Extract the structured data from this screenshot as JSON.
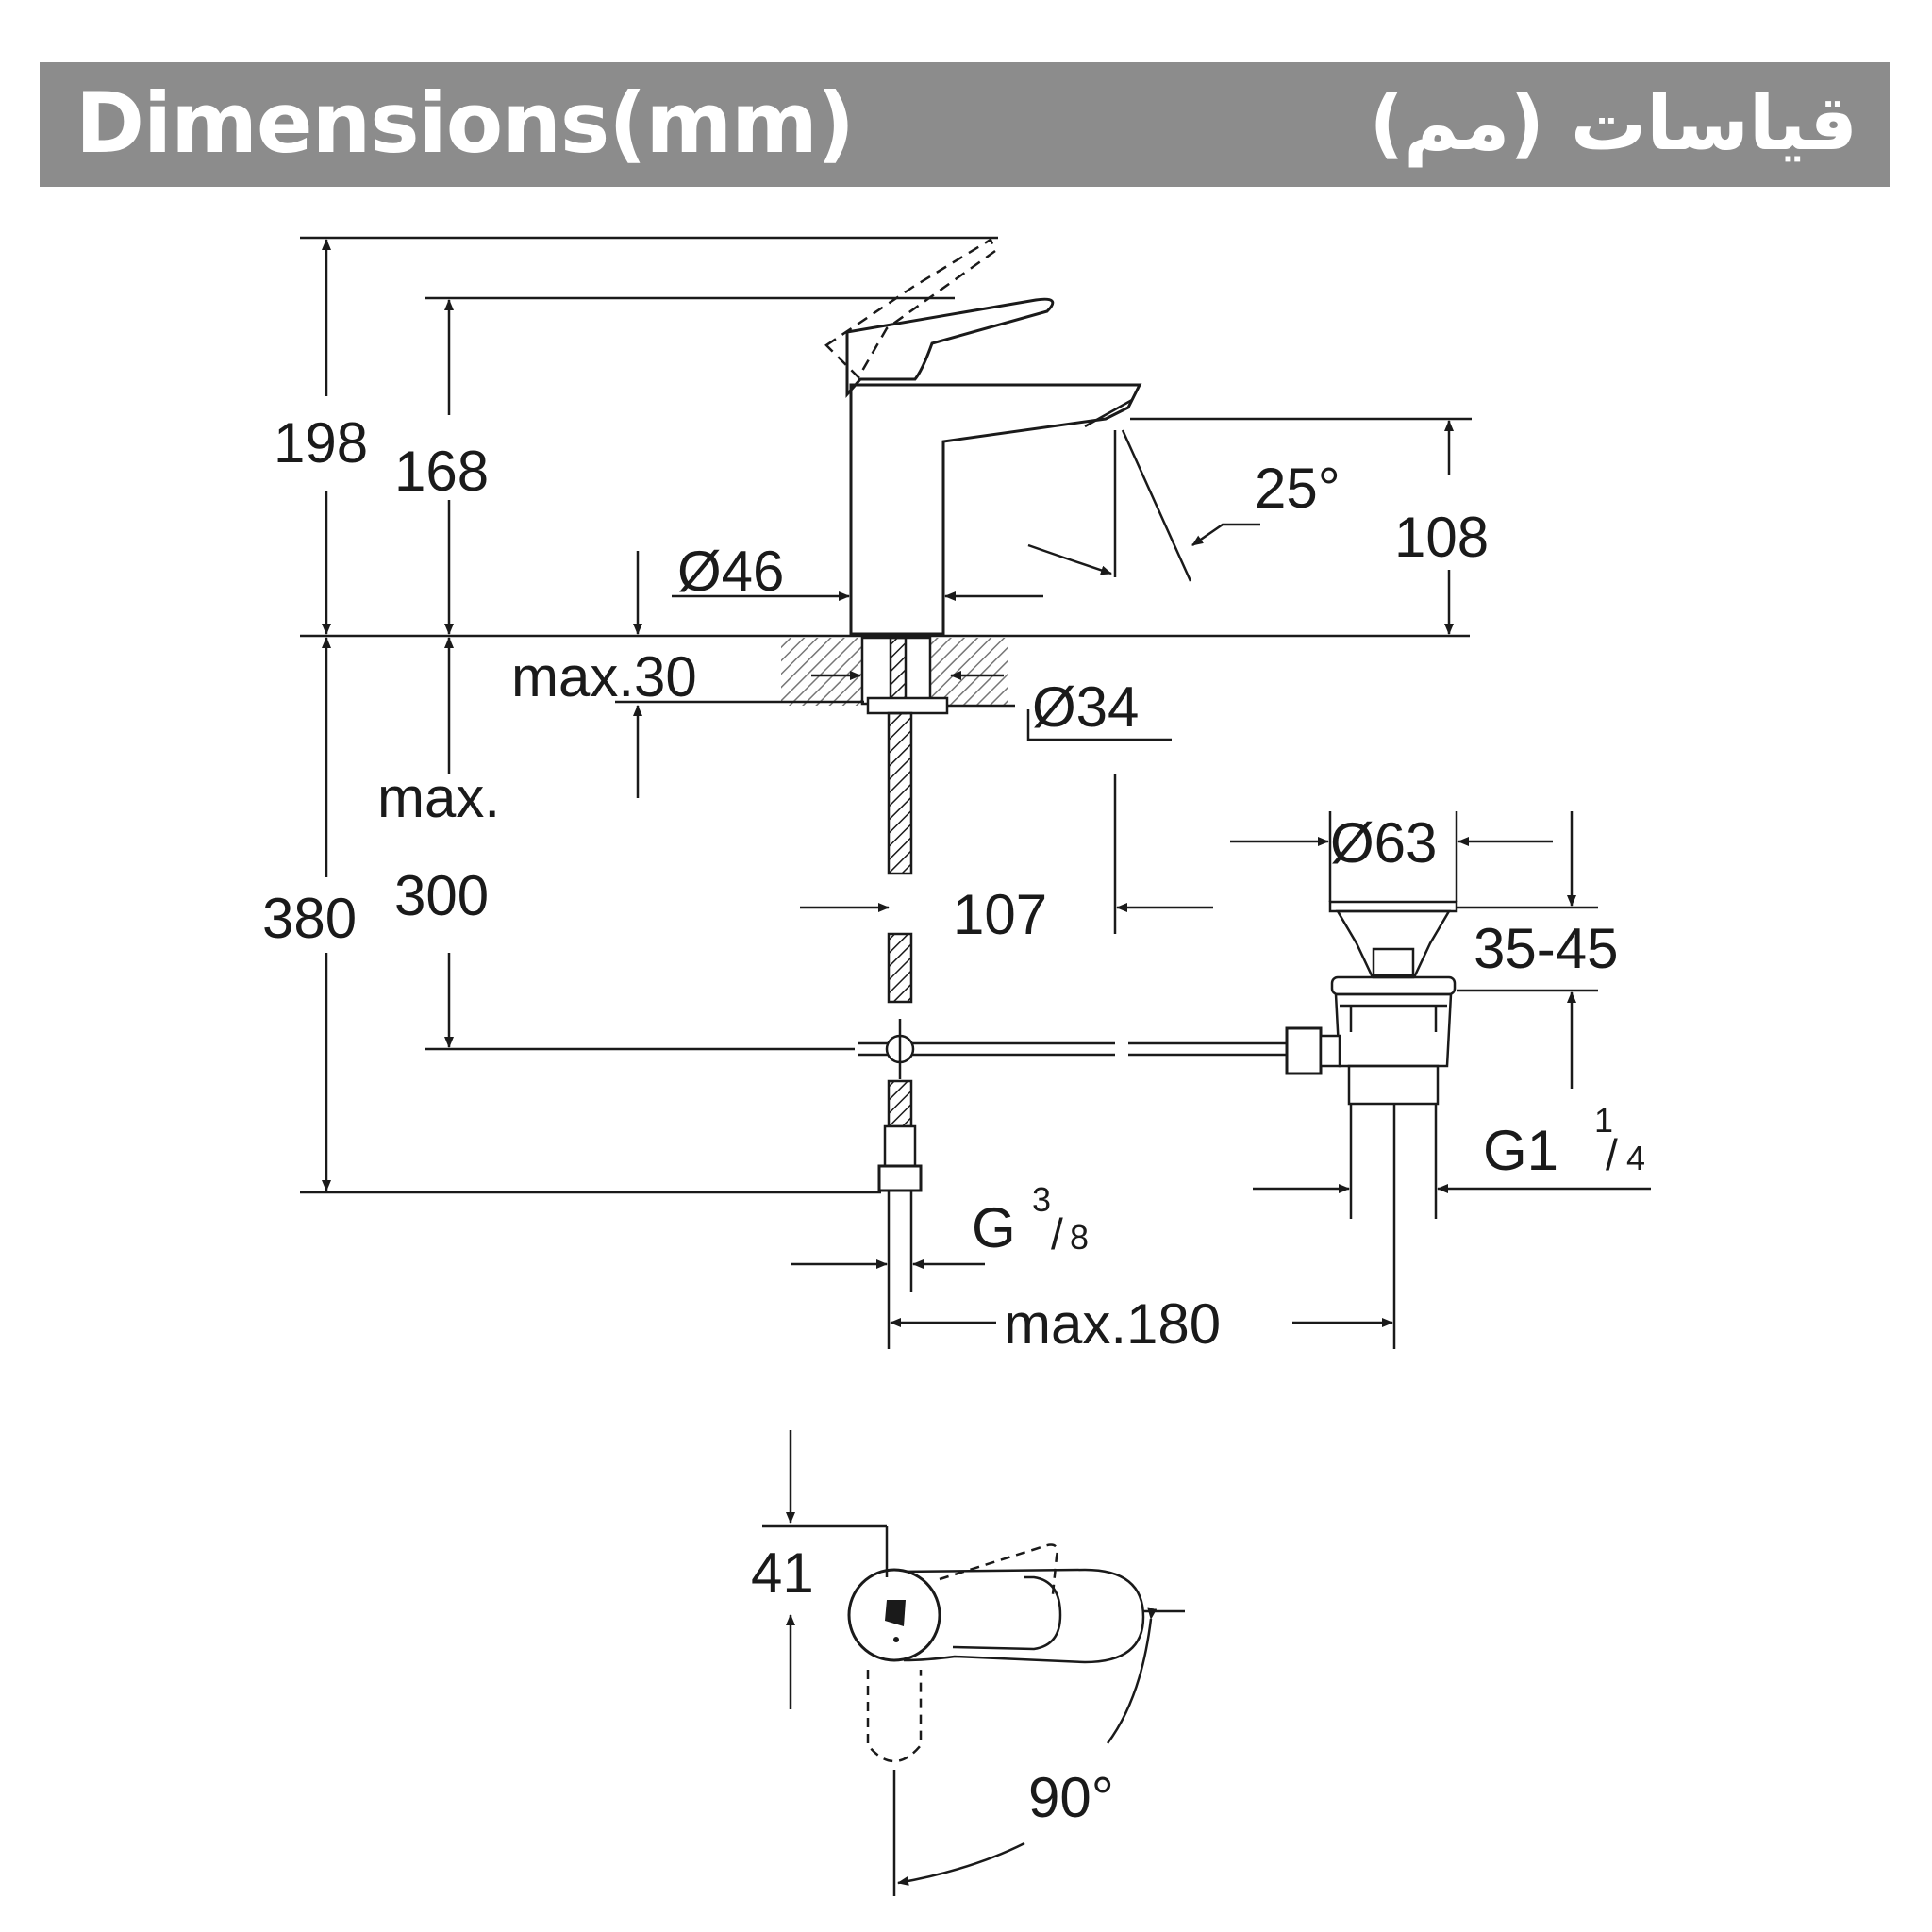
{
  "header": {
    "title_en": "Dimensions(mm)",
    "title_ar": "قياسات (مم)",
    "background": "#8c8c8c",
    "text_color": "#ffffff"
  },
  "side_view": {
    "total_height": "198",
    "spout_height": "168",
    "outlet_height": "108",
    "spout_angle": "25°",
    "body_diameter": "Ø46",
    "max_deck_thickness": "max.30",
    "shank_diameter": "Ø34",
    "max_hose_length_label": "max.",
    "max_hose_length_value": "300",
    "under_deck_height": "380",
    "spout_reach": "107",
    "waste_diameter": "Ø63",
    "waste_range": "35-45",
    "waste_thread_main": "G1",
    "waste_thread_num": "1",
    "waste_thread_den": "4",
    "supply_thread_main": "G",
    "supply_thread_num": "3",
    "supply_thread_den": "8",
    "max_waste_offset": "max.180"
  },
  "top_view": {
    "lever_offset": "41",
    "rotation_angle": "90°"
  },
  "colors": {
    "line": "#1a1a1a",
    "header": "#8c8c8c"
  }
}
